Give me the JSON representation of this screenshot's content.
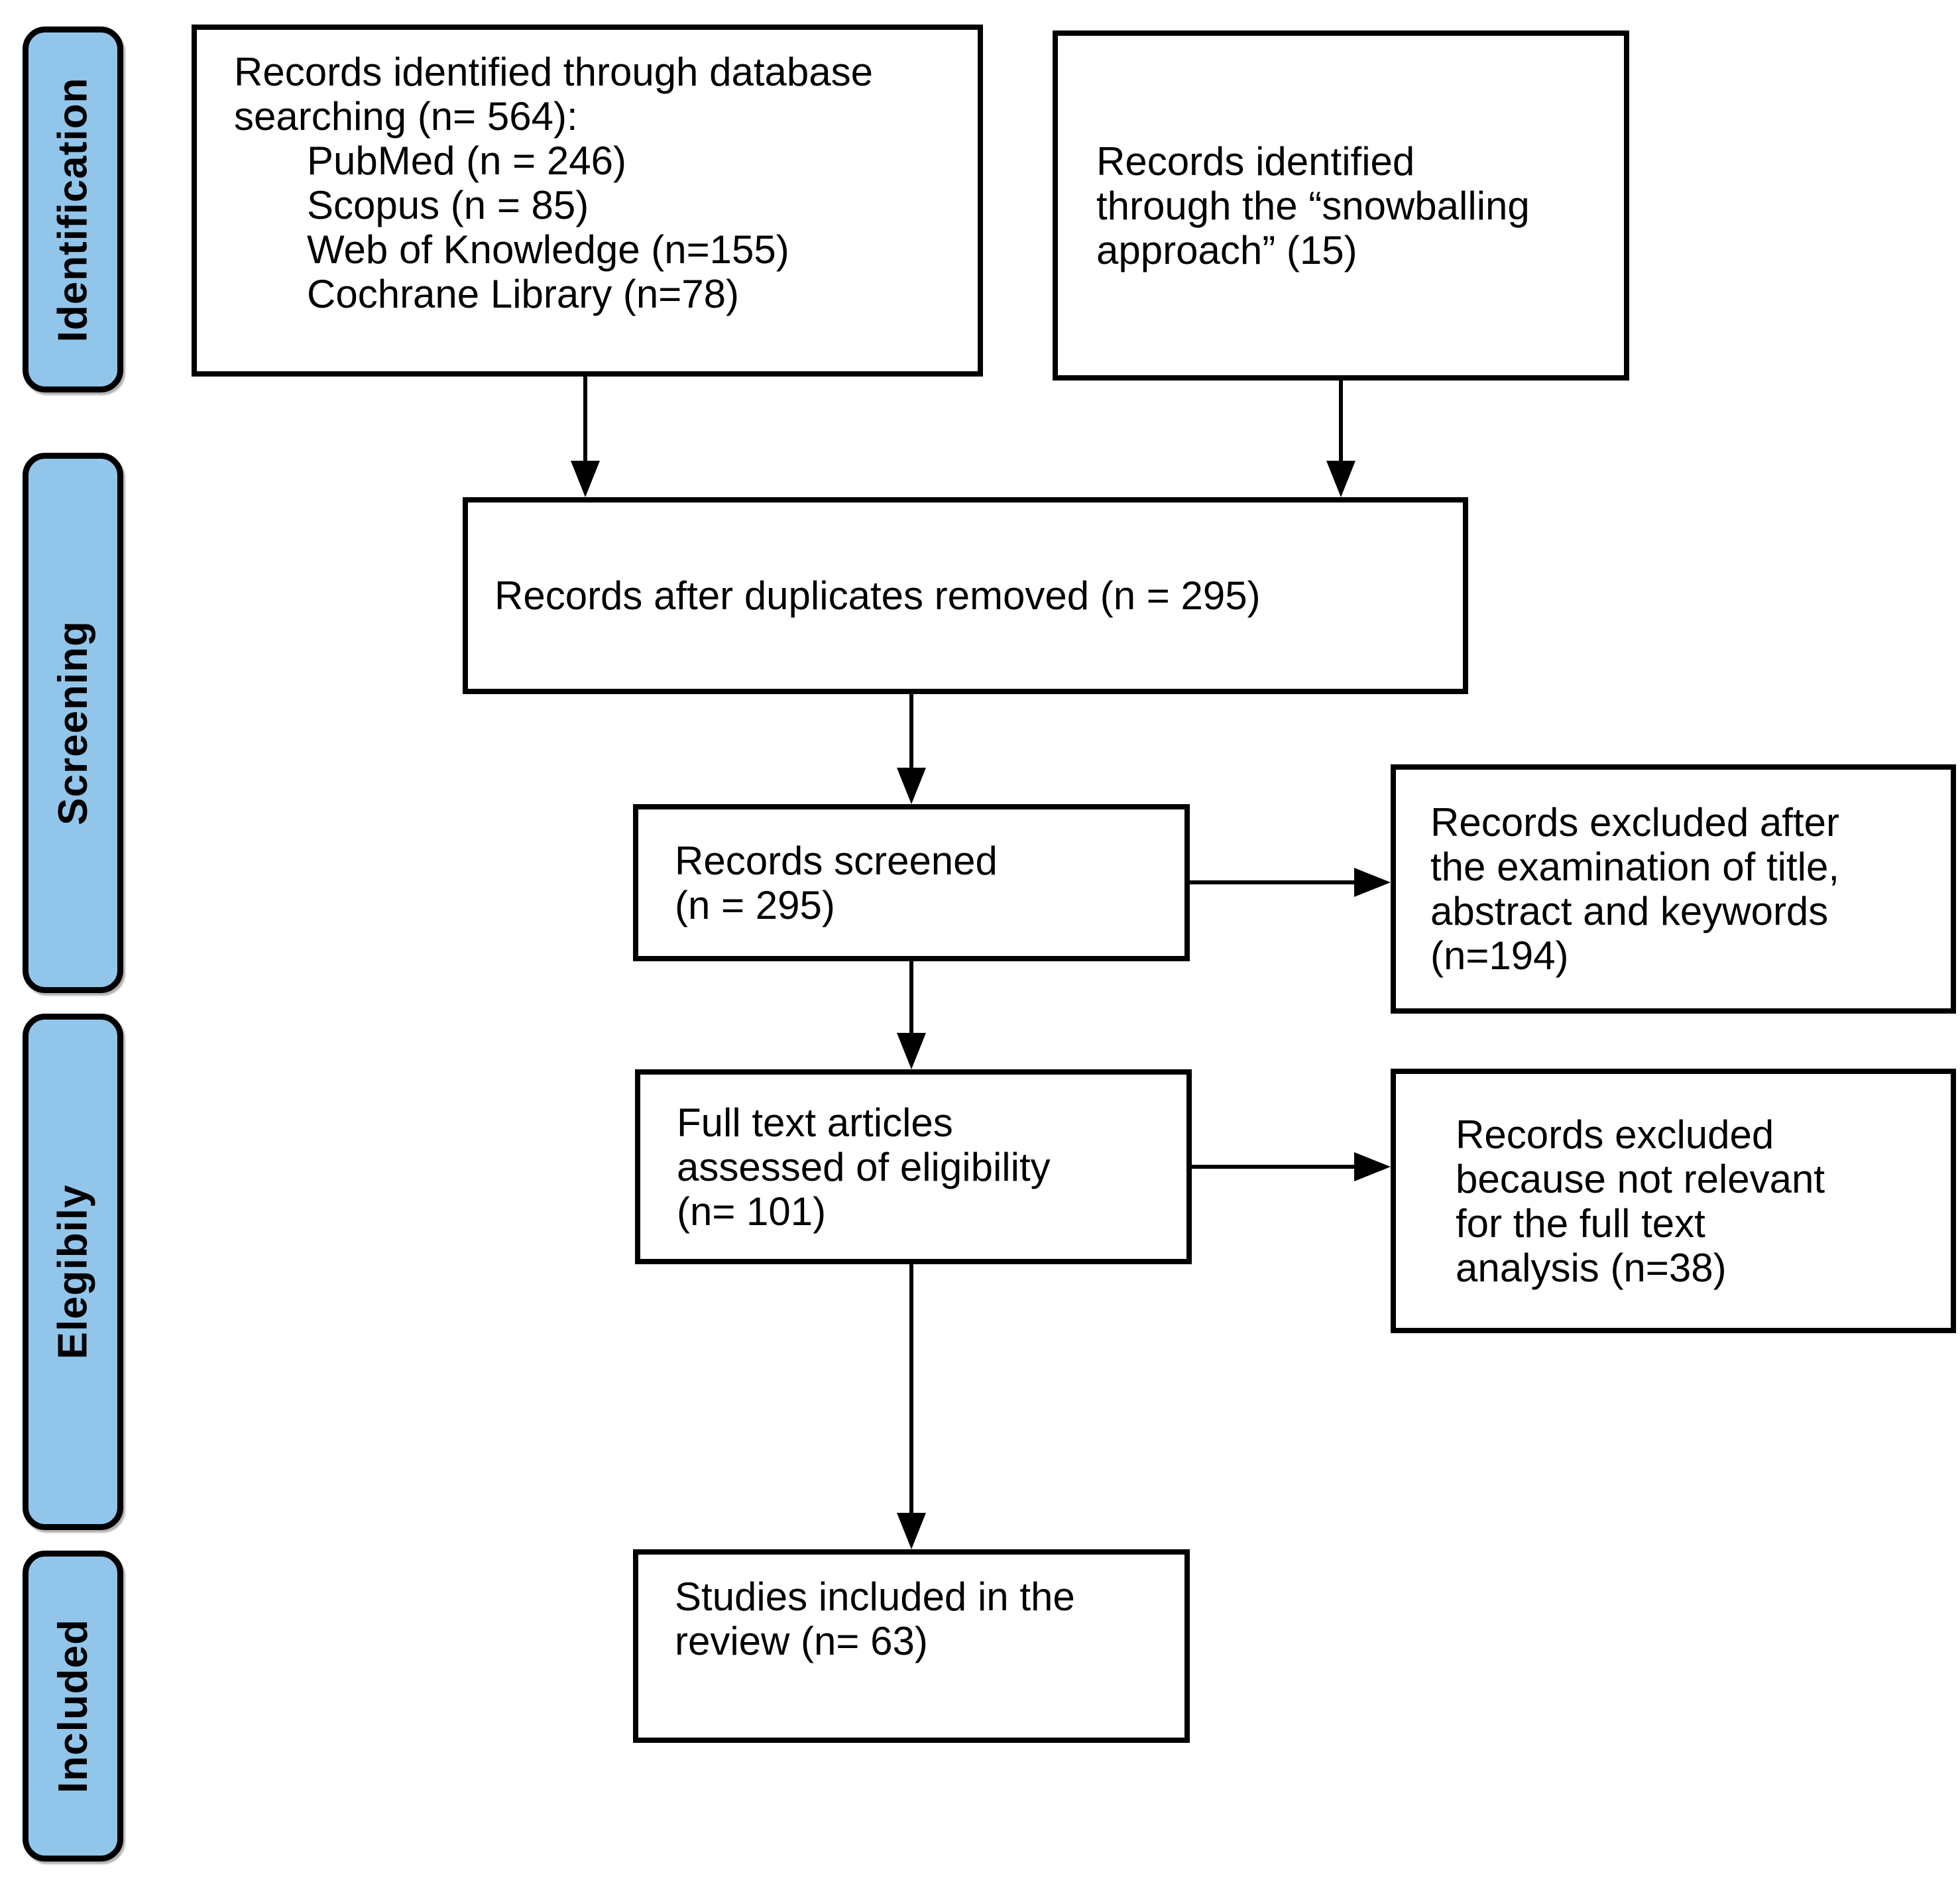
{
  "diagram": {
    "type": "prisma-flow-diagram",
    "colors": {
      "stage_fill": "#92C5EA",
      "stage_border": "#000000",
      "box_fill": "#FFFFFF",
      "box_border": "#000000",
      "arrow": "#000000",
      "text": "#000000"
    },
    "stages": {
      "identification": {
        "label": "Identification"
      },
      "screening": {
        "label": "Screening"
      },
      "eligibility": {
        "label": "Elegibily"
      },
      "included": {
        "label": "Included"
      }
    },
    "boxes": {
      "db_search": {
        "lines": [
          "Records identified through database",
          "searching (n= 564):"
        ],
        "items": [
          "PubMed (n = 246)",
          "Scopus (n = 85)",
          "Web of Knowledge (n=155)",
          "Cochrane Library (n=78)"
        ]
      },
      "snowballing": {
        "lines": [
          "Records identified",
          "through the “snowballing",
          "approach” (15)"
        ]
      },
      "duplicates_removed": {
        "lines": [
          "Records after duplicates removed (n = 295)"
        ]
      },
      "records_screened": {
        "lines": [
          "Records screened",
          "(n = 295)"
        ]
      },
      "excluded_screening": {
        "lines": [
          "Records excluded after",
          "the examination of title,",
          "abstract and keywords",
          "(n=194)"
        ]
      },
      "full_text": {
        "lines": [
          "Full text articles",
          "assessed of eligibility",
          "(n= 101)"
        ]
      },
      "excluded_full_text": {
        "lines": [
          "Records excluded",
          "because not relevant",
          "for the full text",
          "analysis (n=38)"
        ]
      },
      "studies_included": {
        "lines": [
          "Studies included in the",
          "review (n= 63)"
        ]
      }
    }
  }
}
